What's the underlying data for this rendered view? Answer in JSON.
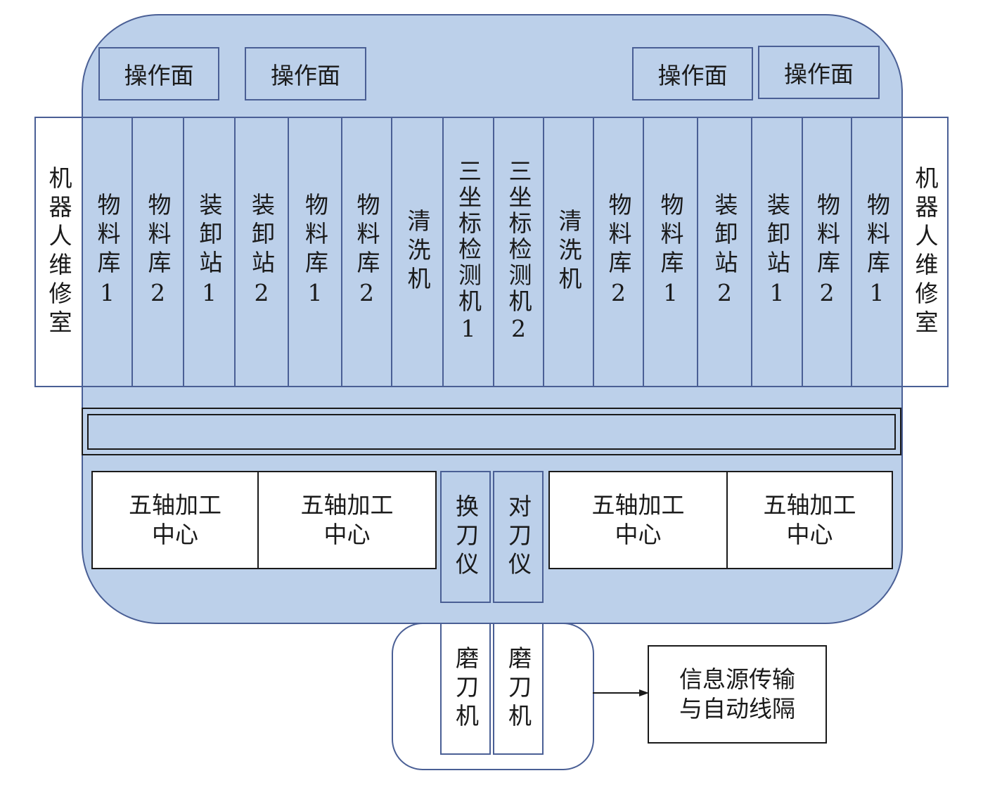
{
  "operation_faces": [
    "操作面",
    "操作面",
    "操作面",
    "操作面"
  ],
  "maintenance_rooms": [
    "机器人维修室",
    "机器人维修室"
  ],
  "stations": [
    "物料库1",
    "物料库2",
    "装卸站1",
    "装卸站2",
    "物料库1",
    "物料库2",
    "清洗机",
    "三坐标检测机1",
    "三坐标检测机2",
    "清洗机",
    "物料库2",
    "物料库1",
    "装卸站2",
    "装卸站1",
    "物料库2",
    "物料库1"
  ],
  "machining_centers": [
    "五轴加工\n中心",
    "五轴加工\n中心",
    "五轴加工\n中心",
    "五轴加工\n中心"
  ],
  "tool_changer": "换刀仪",
  "tool_setter": "对刀仪",
  "grinders": [
    "磨刀机",
    "磨刀机"
  ],
  "info_box": "信息源传输\n与自动线隔",
  "colors": {
    "area_fill": "#bcd0ea",
    "area_border": "#4a5f95",
    "text": "#1a1a1a"
  }
}
